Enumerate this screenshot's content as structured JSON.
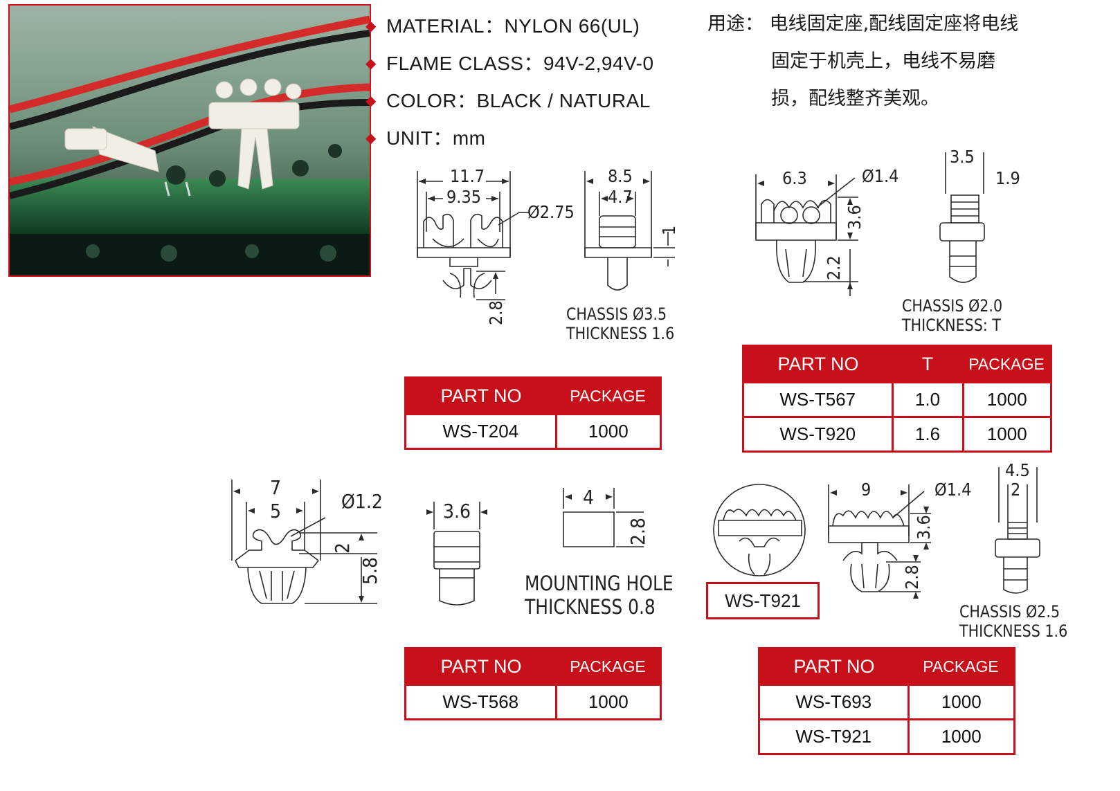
{
  "specs": [
    {
      "label": "MATERIAL：NYLON 66(UL)"
    },
    {
      "label": "FLAME CLASS：94V-2,94V-0"
    },
    {
      "label": "COLOR：BLACK / NATURAL"
    },
    {
      "label": "UNIT：mm"
    }
  ],
  "usage": {
    "title": "用途：",
    "line1": "电线固定座,配线固定座将电线",
    "line2": "固定于机壳上，电线不易磨",
    "line3": "损，配线整齐美观。"
  },
  "drawings": {
    "t204": {
      "w_outer": "11.7",
      "w_inner": "9.35",
      "hole": "Ø2.75",
      "height": "2.8",
      "side_w": "8.5",
      "side_inner": "4.7",
      "side_t": "1",
      "note1": "CHASSIS  Ø3.5",
      "note2": "THICKNESS  1.6"
    },
    "t567": {
      "w": "6.3",
      "hole": "Ø1.4",
      "h": "3.6",
      "leg": "2.2",
      "side_w": "3.5",
      "side_inner": "1.9",
      "note1": "CHASSIS  Ø2.0",
      "note2": "THICKNESS: T"
    },
    "t568": {
      "w_outer": "7",
      "w_inner": "5",
      "hole": "Ø1.2",
      "h_top": "2",
      "h": "5.8",
      "side_w": "3.6",
      "mh_w": "4",
      "mh_h": "2.8",
      "note1": "MOUNTING  HOLE",
      "note2": "THICKNESS  0.8"
    },
    "t693": {
      "badge": "WS-T921",
      "w": "9",
      "hole": "Ø1.4",
      "h": "3.6",
      "leg": "2.8",
      "side_w": "4.5",
      "side_inner": "2",
      "note1": "CHASSIS  Ø2.5",
      "note2": "THICKNESS  1.6"
    }
  },
  "tables": {
    "t204": {
      "headers": [
        "PART NO",
        "PACKAGE"
      ],
      "rows": [
        [
          "WS-T204",
          "1000"
        ]
      ]
    },
    "t567": {
      "headers": [
        "PART NO",
        "T",
        "PACKAGE"
      ],
      "rows": [
        [
          "WS-T567",
          "1.0",
          "1000"
        ],
        [
          "WS-T920",
          "1.6",
          "1000"
        ]
      ]
    },
    "t568": {
      "headers": [
        "PART NO",
        "PACKAGE"
      ],
      "rows": [
        [
          "WS-T568",
          "1000"
        ]
      ]
    },
    "t693": {
      "headers": [
        "PART NO",
        "PACKAGE"
      ],
      "rows": [
        [
          "WS-T693",
          "1000"
        ],
        [
          "WS-T921",
          "1000"
        ]
      ]
    }
  },
  "colors": {
    "accent": "#c8101a"
  }
}
